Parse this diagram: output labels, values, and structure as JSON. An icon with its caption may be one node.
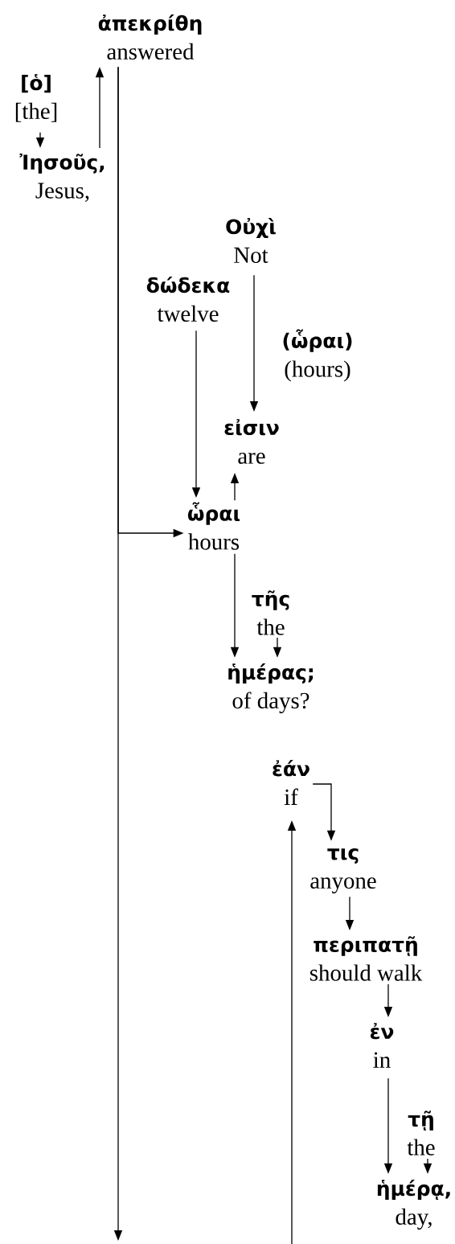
{
  "diagram": {
    "nodes": [
      {
        "text": [
          "ἀπεκρίθη",
          "answered"
        ]
      },
      {
        "text": [
          "[ὁ]",
          "[the]"
        ]
      },
      {
        "text": [
          "Ἰησοῦς,",
          "Jesus,"
        ]
      },
      {
        "text": [
          "Οὐχὶ",
          "Not"
        ]
      },
      {
        "text": [
          "δώδεκα",
          "twelve"
        ]
      },
      {
        "text": [
          "(ὧραι)",
          "(hours)"
        ]
      },
      {
        "text": [
          "εἰσιν",
          "are"
        ]
      },
      {
        "text": [
          "ὧραι",
          "hours"
        ]
      },
      {
        "text": [
          "τῆς",
          "the"
        ]
      },
      {
        "text": [
          "ἡμέρας;",
          "of days?"
        ]
      },
      {
        "text": [
          "ἐάν",
          "if"
        ]
      },
      {
        "text": [
          "τις",
          "anyone"
        ]
      },
      {
        "text": [
          "περιπατῇ",
          "should walk"
        ]
      },
      {
        "text": [
          "ἐν",
          "in"
        ]
      },
      {
        "text": [
          "τῇ",
          "the"
        ]
      },
      {
        "text": [
          "ἡμέρᾳ,",
          "day,"
        ]
      }
    ],
    "edges": [
      {
        "from": 1,
        "to": 2,
        "arrow": "to"
      },
      {
        "from": 2,
        "to": 0,
        "arrow": "to"
      },
      {
        "from": 0,
        "to": 7,
        "arrow": "to"
      },
      {
        "from": 0,
        "to": null,
        "arrow": "to"
      },
      {
        "from": 3,
        "to": 6,
        "arrow": "to"
      },
      {
        "from": 4,
        "to": 7,
        "arrow": "to"
      },
      {
        "from": 7,
        "to": 6,
        "arrow": "to"
      },
      {
        "from": 7,
        "to": 9,
        "arrow": "to"
      },
      {
        "from": 8,
        "to": 9,
        "arrow": "to"
      },
      {
        "from": 10,
        "to": 11,
        "arrow": "to"
      },
      {
        "from": null,
        "to": 10,
        "arrow": "to"
      },
      {
        "from": 11,
        "to": 12,
        "arrow": "to"
      },
      {
        "from": 12,
        "to": 13,
        "arrow": "to"
      },
      {
        "from": 13,
        "to": 15,
        "arrow": "to"
      },
      {
        "from": 14,
        "to": 15,
        "arrow": "to"
      }
    ]
  }
}
